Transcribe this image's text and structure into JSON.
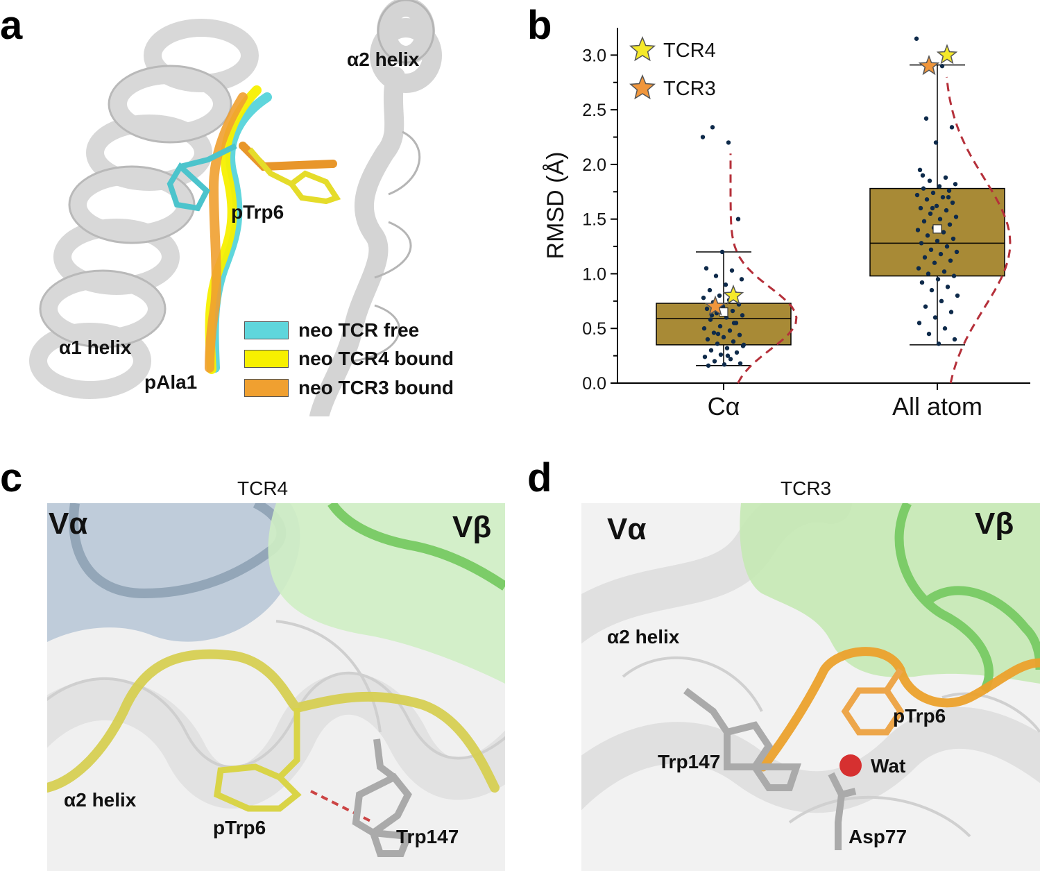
{
  "panels": {
    "a": {
      "letter": "a",
      "labels": {
        "alpha2": "α2 helix",
        "alpha1": "α1 helix",
        "ptrp6": "pTrp6",
        "pala1": "pAla1"
      },
      "legend": [
        {
          "label": "neo TCR free",
          "color": "#5fd6dc"
        },
        {
          "label": "neo TCR4 bound",
          "color": "#f7f000"
        },
        {
          "label": "neo TCR3 bound",
          "color": "#f0a030"
        }
      ]
    },
    "b": {
      "letter": "b"
    },
    "c": {
      "letter": "c",
      "title": "TCR4",
      "labels": {
        "va": "Vα",
        "vb": "Vβ",
        "alpha2": "α2 helix",
        "ptrp6": "pTrp6",
        "trp147": "Trp147"
      }
    },
    "d": {
      "letter": "d",
      "title": "TCR3",
      "labels": {
        "va": "Vα",
        "vb": "Vβ",
        "alpha2": "α2 helix",
        "ptrp6": "pTrp6",
        "trp147": "Trp147",
        "wat": "Wat",
        "asp77": "Asp77"
      }
    }
  },
  "chart_data": {
    "type": "box",
    "ylabel": "RMSD (Å)",
    "ylim": [
      0,
      3.25
    ],
    "yticks": [
      0.0,
      0.5,
      1.0,
      1.5,
      2.0,
      2.5,
      3.0
    ],
    "ytick_labels": [
      "0.0",
      "0.5",
      "1.0",
      "1.5",
      "2.0",
      "2.5",
      "3.0"
    ],
    "categories": [
      "Cα",
      "All atom"
    ],
    "box_color": "#a88a36",
    "boxes": [
      {
        "category": "Cα",
        "whisker_low": 0.16,
        "q1": 0.35,
        "median": 0.59,
        "q3": 0.73,
        "whisker_high": 1.2,
        "mean": 0.65
      },
      {
        "category": "All atom",
        "whisker_low": 0.35,
        "q1": 0.98,
        "median": 1.28,
        "q3": 1.78,
        "whisker_high": 2.91,
        "mean": 1.41
      }
    ],
    "points": {
      "Cα": [
        2.25,
        2.2,
        2.34,
        1.5,
        1.2,
        1.05,
        1.03,
        0.98,
        0.95,
        0.9,
        0.85,
        0.82,
        0.8,
        0.78,
        0.76,
        0.74,
        0.72,
        0.7,
        0.68,
        0.66,
        0.64,
        0.62,
        0.6,
        0.58,
        0.55,
        0.52,
        0.5,
        0.48,
        0.46,
        0.44,
        0.42,
        0.4,
        0.38,
        0.36,
        0.34,
        0.32,
        0.3,
        0.28,
        0.26,
        0.24,
        0.22,
        0.2,
        0.18,
        0.17,
        0.16,
        0.55,
        0.45,
        0.35,
        0.25,
        0.62
      ],
      "All atom": [
        3.15,
        2.9,
        2.42,
        2.34,
        2.2,
        1.95,
        1.88,
        1.85,
        1.82,
        1.8,
        1.78,
        1.76,
        1.74,
        1.72,
        1.7,
        1.68,
        1.65,
        1.62,
        1.6,
        1.58,
        1.55,
        1.52,
        1.5,
        1.48,
        1.45,
        1.42,
        1.4,
        1.38,
        1.35,
        1.32,
        1.3,
        1.28,
        1.25,
        1.22,
        1.2,
        1.18,
        1.15,
        1.12,
        1.1,
        1.05,
        1.02,
        1.0,
        0.98,
        0.95,
        0.92,
        0.88,
        0.85,
        0.8,
        0.75,
        0.7,
        0.65,
        0.6,
        0.55,
        0.5,
        0.45,
        0.4,
        0.36,
        1.9,
        1.7,
        1.6
      ]
    },
    "stars": [
      {
        "name": "TCR4",
        "color": "#f5e92a",
        "values": {
          "Cα": 0.8,
          "All atom": 3.0
        }
      },
      {
        "name": "TCR3",
        "color": "#f0963c",
        "values": {
          "Cα": 0.7,
          "All atom": 2.9
        }
      }
    ],
    "distribution_curve_color": "#b5303a",
    "legend_position": "top-left"
  }
}
